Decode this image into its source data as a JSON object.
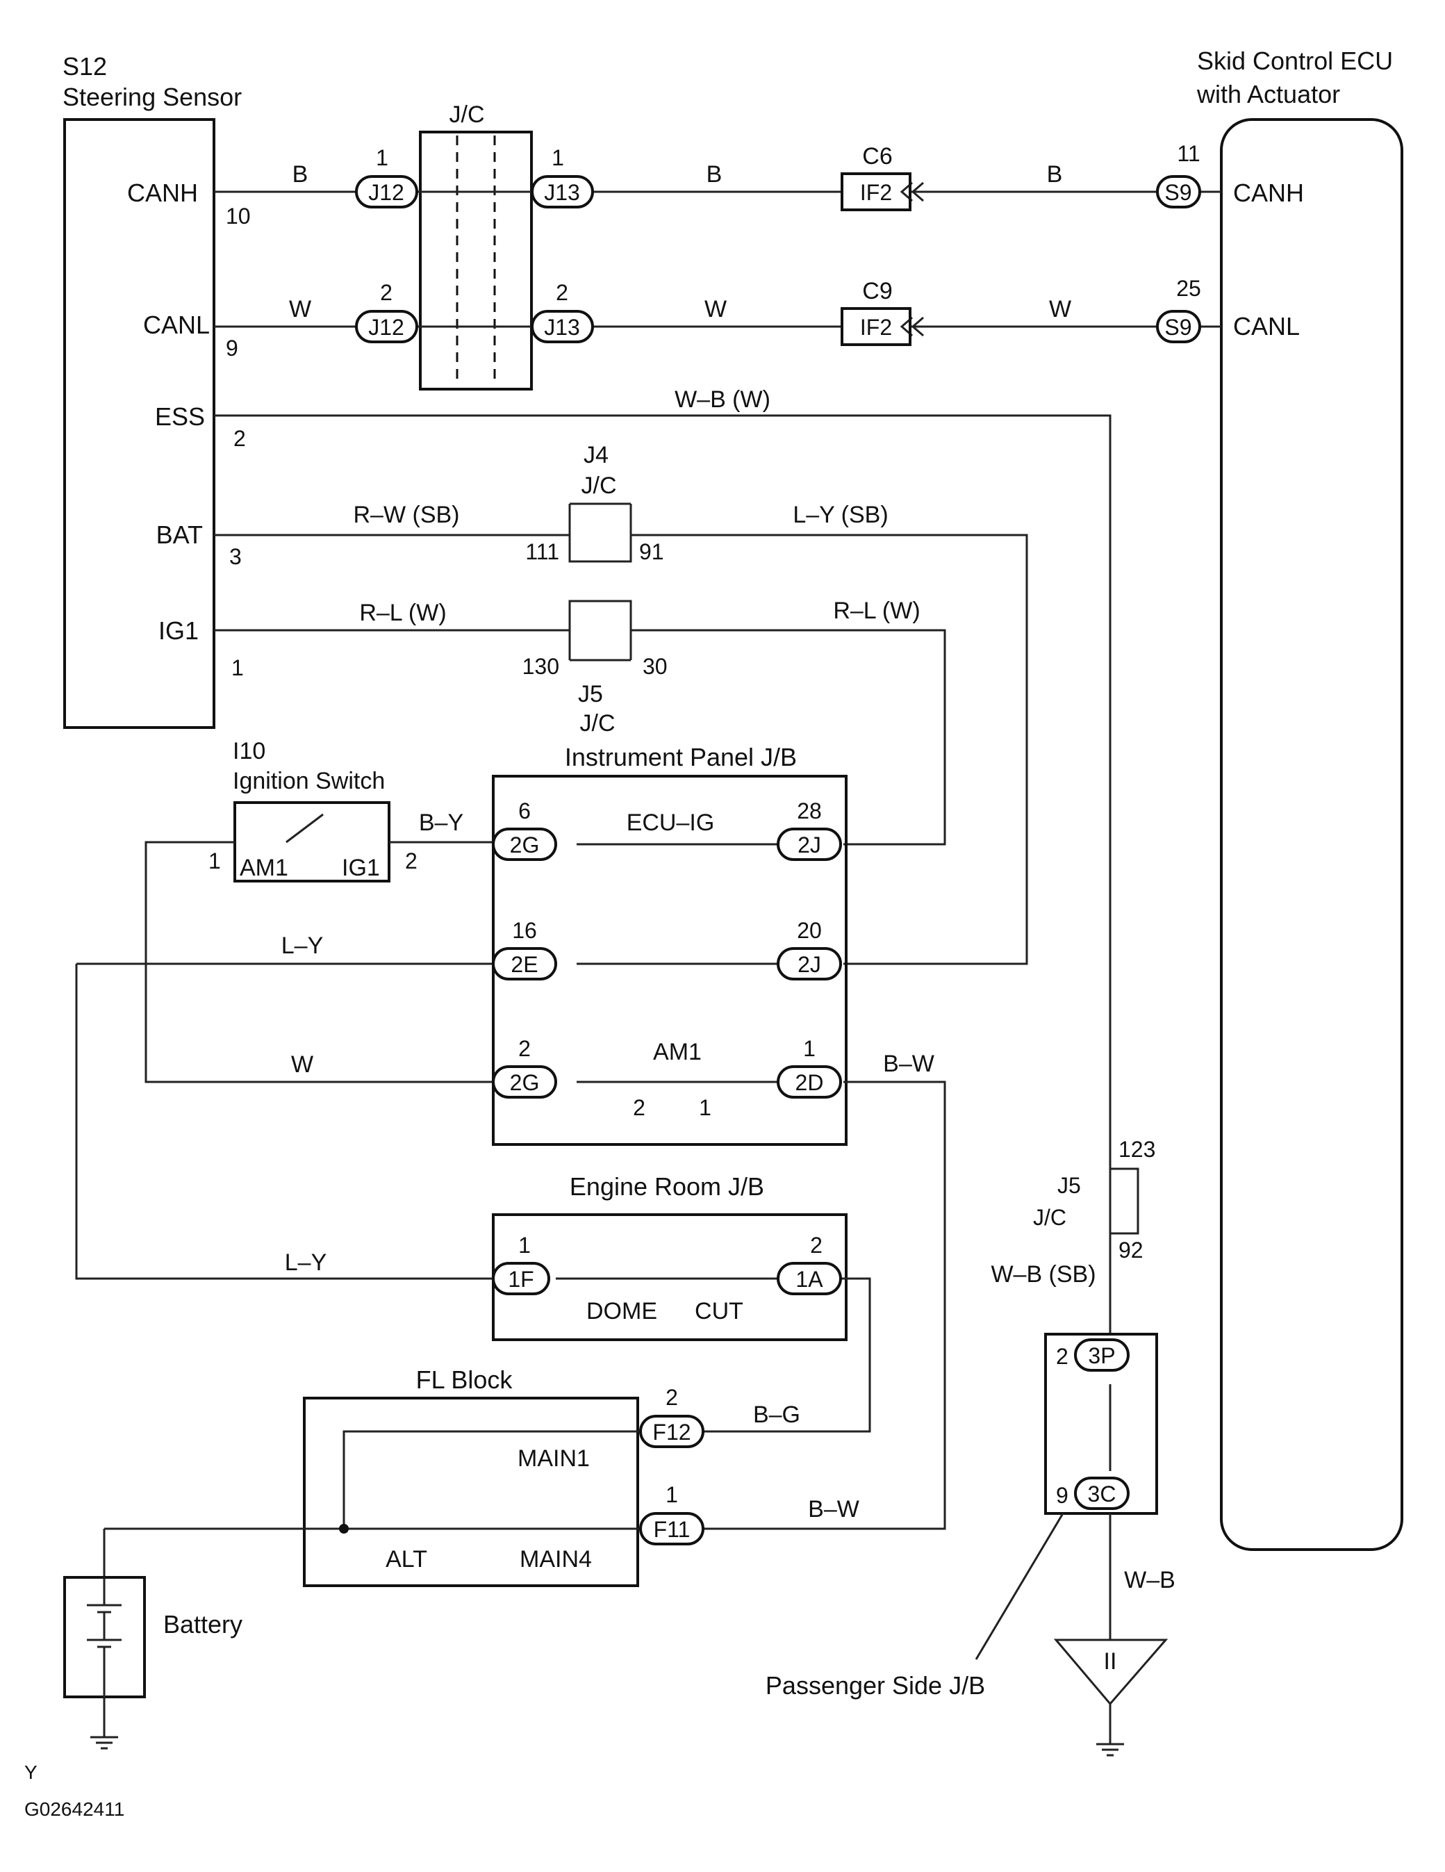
{
  "steering": {
    "id": "S12",
    "name": "Steering Sensor",
    "pins": [
      {
        "name": "CANH",
        "num": "10"
      },
      {
        "name": "CANL",
        "num": "9"
      },
      {
        "name": "ESS",
        "num": "2"
      },
      {
        "name": "BAT",
        "num": "3"
      },
      {
        "name": "IG1",
        "num": "1"
      }
    ]
  },
  "ecu": {
    "line1": "Skid Control ECU",
    "line2": "with Actuator",
    "pins": [
      {
        "name": "CANH",
        "num": "11",
        "conn": "S9"
      },
      {
        "name": "CANL",
        "num": "25",
        "conn": "S9"
      }
    ]
  },
  "can": {
    "jc_label": "J/C",
    "rows": [
      {
        "w1": "B",
        "p1": "1",
        "c1": "J12",
        "p2": "1",
        "c2": "J13",
        "w2": "B",
        "cid": "C6",
        "if": "IF2",
        "w3": "B"
      },
      {
        "w1": "W",
        "p1": "2",
        "c1": "J12",
        "p2": "2",
        "c2": "J13",
        "w2": "W",
        "cid": "C9",
        "if": "IF2",
        "w3": "W"
      }
    ]
  },
  "wires": {
    "ess": "W–B (W)",
    "bat_l": "R–W (SB)",
    "bat_r": "L–Y (SB)",
    "ig1_l": "R–L (W)",
    "ig1_r": "R–L (W)"
  },
  "j4": {
    "id": "J4",
    "jc": "J/C",
    "pl": "111",
    "pr": "91"
  },
  "j5": {
    "id": "J5",
    "jc": "J/C",
    "pl": "130",
    "pr": "30"
  },
  "ign": {
    "id": "I10",
    "name": "Ignition Switch",
    "am1": "AM1",
    "ig1": "IG1",
    "p1": "1",
    "p2": "2",
    "wire": "B–Y"
  },
  "ipjb": {
    "title": "Instrument Panel J/B",
    "rows": [
      {
        "pl": "6",
        "cl": "2G",
        "fuse": "ECU–IG",
        "pr": "28",
        "cr": "2J"
      },
      {
        "pl": "16",
        "cl": "2E",
        "fuse": "",
        "pr": "20",
        "cr": "2J"
      },
      {
        "pl": "2",
        "cl": "2G",
        "fuse": "AM1",
        "pr": "1",
        "cr": "2D",
        "fa": "2",
        "fb": "1"
      }
    ]
  },
  "left_wires": {
    "ly": "L–Y",
    "w": "W",
    "bw": "B–W",
    "ly2": "L–Y",
    "bg": "B–G",
    "bw2": "B–W"
  },
  "erjb": {
    "title": "Engine Room J/B",
    "pl": "1",
    "cl": "1F",
    "pr": "2",
    "cr": "1A",
    "f1": "DOME",
    "f2": "CUT"
  },
  "fl": {
    "title": "FL Block",
    "pa": "2",
    "ca": "F12",
    "pb": "1",
    "cb": "F11",
    "main1": "MAIN1",
    "alt": "ALT",
    "main4": "MAIN4"
  },
  "battery": "Battery",
  "j5b": {
    "p1": "123",
    "id": "J5",
    "jc": "J/C",
    "p2": "92",
    "wire": "W–B (SB)"
  },
  "psjb": {
    "pa": "2",
    "ca": "3P",
    "pb": "9",
    "cb": "3C",
    "wire": "W–B",
    "gnd": "II",
    "label": "Passenger Side J/B"
  },
  "footer": {
    "y": "Y",
    "code": "G02642411"
  }
}
